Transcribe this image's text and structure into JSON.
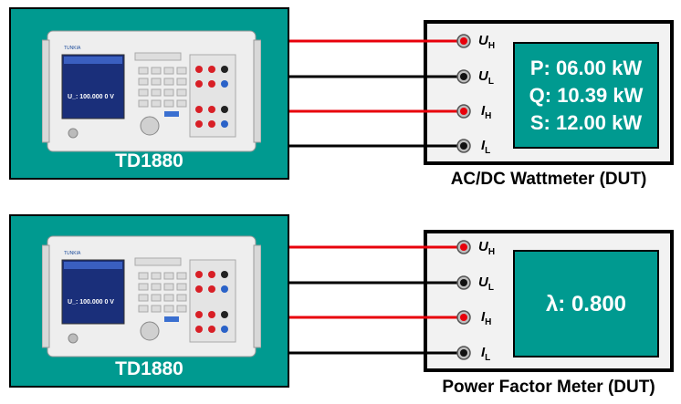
{
  "setups": [
    {
      "source": {
        "label": "TD1880",
        "display_value": "U_: 100.000 0 V",
        "brand": "TUNKIA"
      },
      "dut": {
        "caption": "AC/DC Wattmeter (DUT)",
        "readings": [
          "P: 06.00 kW",
          "Q: 10.39 kW",
          "S: 12.00 kW"
        ],
        "terminals": [
          {
            "name": "U",
            "sub": "H",
            "wire_color": "#e8000b"
          },
          {
            "name": "U",
            "sub": "L",
            "wire_color": "#000000"
          },
          {
            "name": "I",
            "sub": "H",
            "wire_color": "#e8000b"
          },
          {
            "name": "I",
            "sub": "L",
            "wire_color": "#000000"
          }
        ]
      }
    },
    {
      "source": {
        "label": "TD1880",
        "display_value": "U_: 100.000 0 V",
        "brand": "TUNKIA"
      },
      "dut": {
        "caption": "Power Factor Meter (DUT)",
        "readings": [
          "λ: 0.800"
        ],
        "terminals": [
          {
            "name": "U",
            "sub": "H",
            "wire_color": "#e8000b"
          },
          {
            "name": "U",
            "sub": "L",
            "wire_color": "#000000"
          },
          {
            "name": "I",
            "sub": "H",
            "wire_color": "#e8000b"
          },
          {
            "name": "I",
            "sub": "L",
            "wire_color": "#000000"
          }
        ]
      }
    }
  ],
  "colors": {
    "panel": "#009a90",
    "red_wire": "#e8000b",
    "black_wire": "#000000"
  },
  "icons": [
    "instrument-icon",
    "red-terminal-icon",
    "black-terminal-icon"
  ]
}
